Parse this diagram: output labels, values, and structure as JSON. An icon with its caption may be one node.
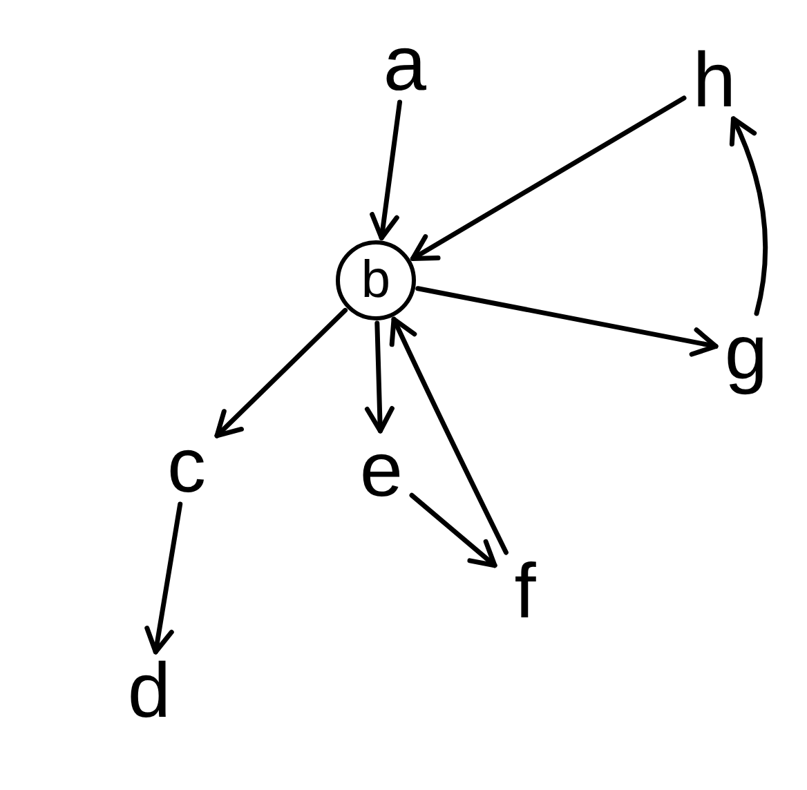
{
  "diagram": {
    "nodes": [
      {
        "text": [
          "a"
        ]
      },
      {
        "text": [
          "h"
        ]
      },
      {
        "text": [
          "b"
        ]
      },
      {
        "text": [
          "g"
        ]
      },
      {
        "text": [
          "c"
        ]
      },
      {
        "text": [
          "e"
        ]
      },
      {
        "text": [
          "f"
        ]
      },
      {
        "text": [
          "d"
        ]
      }
    ],
    "edges": [
      {
        "from": 0,
        "to": 2,
        "arrow": "to"
      },
      {
        "from": 1,
        "to": 2,
        "arrow": "to"
      },
      {
        "from": 3,
        "to": 1,
        "arrow": "to"
      },
      {
        "from": 2,
        "to": 3,
        "arrow": "to"
      },
      {
        "from": 2,
        "to": 4,
        "arrow": "to"
      },
      {
        "from": 2,
        "to": 5,
        "arrow": "to"
      },
      {
        "from": 6,
        "to": 2,
        "arrow": "to"
      },
      {
        "from": 5,
        "to": 6,
        "arrow": "to"
      },
      {
        "from": 4,
        "to": 7,
        "arrow": "to"
      }
    ]
  }
}
